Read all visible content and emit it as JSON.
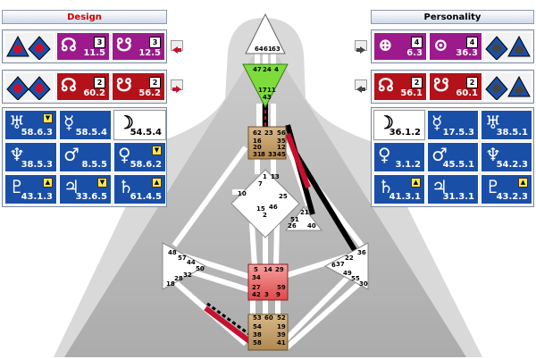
{
  "design": {
    "title": "Design",
    "nodes_top": [
      {
        "glyph": "☊",
        "value": "11.5",
        "badge": "3"
      },
      {
        "glyph": "☋",
        "value": "12.5",
        "badge": "3"
      }
    ],
    "nodes_mid": [
      {
        "glyph": "☊",
        "value": "60.2",
        "badge": "2"
      },
      {
        "glyph": "☋",
        "value": "56.2",
        "badge": "2"
      }
    ],
    "planets": [
      {
        "glyph": "♅",
        "value": "58.6.3",
        "color": "#1a4fa8",
        "arrow": "▼"
      },
      {
        "glyph": "☿",
        "value": "58.5.4",
        "color": "#1a4fa8",
        "arrow": ""
      },
      {
        "glyph": "☽",
        "value": "54.5.4",
        "color": "#ffffff",
        "arrow": ""
      },
      {
        "glyph": "♆",
        "value": "38.5.3",
        "color": "#1a4fa8",
        "arrow": ""
      },
      {
        "glyph": "♂",
        "value": "8.5.5",
        "color": "#1a4fa8",
        "arrow": ""
      },
      {
        "glyph": "♀",
        "value": "58.6.2",
        "color": "#1a4fa8",
        "arrow": "▼"
      },
      {
        "glyph": "♇",
        "value": "43.1.3",
        "color": "#1a4fa8",
        "arrow": "▲"
      },
      {
        "glyph": "♃",
        "value": "33.6.5",
        "color": "#1a4fa8",
        "arrow": "▼"
      },
      {
        "glyph": "♄",
        "value": "61.4.5",
        "color": "#1a4fa8",
        "arrow": "▲"
      }
    ]
  },
  "personality": {
    "title": "Personality",
    "nodes_top": [
      {
        "glyph": "⊕",
        "value": "6.3",
        "badge": "4"
      },
      {
        "glyph": "⊙",
        "value": "36.3",
        "badge": "4"
      }
    ],
    "nodes_mid": [
      {
        "glyph": "☊",
        "value": "56.1",
        "badge": "2"
      },
      {
        "glyph": "☋",
        "value": "60.1",
        "badge": "2"
      }
    ],
    "planets": [
      {
        "glyph": "☽",
        "value": "36.1.2",
        "color": "#ffffff",
        "arrow": ""
      },
      {
        "glyph": "☿",
        "value": "17.5.3",
        "color": "#1a4fa8",
        "arrow": ""
      },
      {
        "glyph": "♅",
        "value": "38.5.1",
        "color": "#1a4fa8",
        "arrow": ""
      },
      {
        "glyph": "♀",
        "value": "3.1.2",
        "color": "#1a4fa8",
        "arrow": ""
      },
      {
        "glyph": "♂",
        "value": "45.5.1",
        "color": "#1a4fa8",
        "arrow": ""
      },
      {
        "glyph": "♆",
        "value": "54.2.3",
        "color": "#1a4fa8",
        "arrow": ""
      },
      {
        "glyph": "♄",
        "value": "41.3.1",
        "color": "#1a4fa8",
        "arrow": "▲"
      },
      {
        "glyph": "♃",
        "value": "31.3.1",
        "color": "#1a4fa8",
        "arrow": ""
      },
      {
        "glyph": "♇",
        "value": "43.2.3",
        "color": "#1a4fa8",
        "arrow": "▲"
      }
    ]
  },
  "gates": {
    "head": [
      "64",
      "61",
      "63"
    ],
    "ajna": [
      "47",
      "24",
      "4",
      "17",
      "11",
      "43"
    ],
    "throat": [
      "62",
      "23",
      "56",
      "16",
      "35",
      "20",
      "12",
      "31",
      "8",
      "33",
      "45"
    ],
    "g": [
      "1",
      "13",
      "7",
      "25",
      "10",
      "15",
      "46",
      "2"
    ],
    "heart": [
      "21",
      "51",
      "26",
      "40"
    ],
    "spleen": [
      "48",
      "57",
      "44",
      "50",
      "32",
      "28",
      "18"
    ],
    "solar": [
      "36",
      "22",
      "37",
      "6",
      "49",
      "55",
      "30"
    ],
    "sacral": [
      "5",
      "14",
      "29",
      "34",
      "59",
      "27",
      "42",
      "3",
      "9"
    ],
    "root": [
      "53",
      "60",
      "52",
      "54",
      "19",
      "38",
      "39",
      "58",
      "41"
    ]
  },
  "colors": {
    "design": "#c8102e",
    "personality": "#000000",
    "blue": "#1a4fa8",
    "magenta": "#9c1a8c",
    "red": "#b3121a",
    "ajna": "#7cdc3c",
    "brown": "#c8a070"
  },
  "icons": [
    "planet-icon",
    "arrow-icon",
    "node-icon"
  ]
}
